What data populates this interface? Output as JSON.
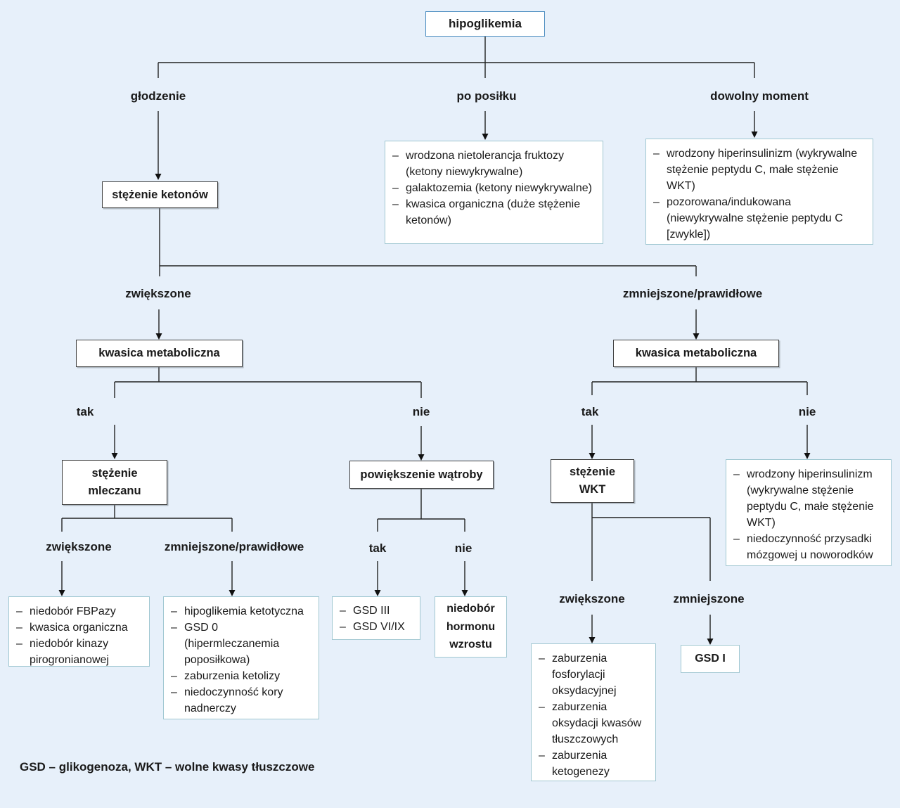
{
  "nodes": {
    "root": "hipoglikemia",
    "stezenie_ketonow": "stężenie ketonów",
    "kwasica_metaboliczna_left": "kwasica metaboliczna",
    "kwasica_metaboliczna_right": "kwasica metaboliczna",
    "stezenie_mleczanu": "stężenie mleczanu",
    "powiekszenie_watroby": "powiększenie wątroby",
    "stezenie_wkt": "stężenie WKT"
  },
  "branch_labels": {
    "glodzenie": "głodzenie",
    "po_posilku": "po posiłku",
    "dowolny_moment": "dowolny moment",
    "ketony_zwiekszone": "zwiększone",
    "ketony_zmniejszone": "zmniejszone/prawidłowe",
    "kwasica_left_tak": "tak",
    "kwasica_left_nie": "nie",
    "kwasica_right_tak": "tak",
    "kwasica_right_nie": "nie",
    "mleczan_zwiekszone": "zwiększone",
    "mleczan_zmniejszone": "zmniejszone/prawidłowe",
    "watroba_tak": "tak",
    "watroba_nie": "nie",
    "wkt_zwiekszone": "zwiększone",
    "wkt_zmniejszone": "zmniejszone"
  },
  "outcomes": {
    "po_posilku": [
      "wrodzona nietolerancja fruktozy (ketony niewykrywalne)",
      "galaktozemia (ketony niewykrywalne)",
      "kwasica organiczna (duże stężenie ketonów)"
    ],
    "dowolny_moment": [
      "wrodzony hiperinsulinizm (wykrywalne stężenie peptydu C, małe stężenie WKT)",
      "pozorowana/indukowana (niewykrywalne stężenie peptydu C [zwykle])"
    ],
    "mleczan_zwiekszone": [
      "niedobór FBPazy",
      "kwasica organiczna",
      "niedobór kinazy pirogronianowej"
    ],
    "mleczan_zmniejszone": [
      "hipoglikemia ketotyczna",
      "GSD 0 (hipermleczanemia poposiłkowa)",
      "zaburzenia ketolizy",
      "niedoczynność kory nadnerczy"
    ],
    "watroba_tak": [
      "GSD III",
      "GSD VI/IX"
    ],
    "watroba_nie": "niedobór hormonu wzrostu",
    "kwasica_right_nie": [
      "wrodzony hiperinsulinizm (wykrywalne stężenie peptydu C, małe stężenie WKT)",
      "niedoczynność przysadki mózgowej u noworodków"
    ],
    "wkt_zwiekszone": [
      "zaburzenia fosforylacji oksydacyjnej",
      "zaburzenia oksydacji kwasów tłuszczowych",
      "zaburzenia ketogenezy"
    ],
    "wkt_zmniejszone": "GSD I"
  },
  "legend": "GSD – glikogenoza, WKT – wolne kwasy tłuszczowe",
  "colors": {
    "background": "#e7f0fa",
    "box_fill": "#ffffff",
    "root_border": "#4c8dc0",
    "decision_border": "#404040",
    "outcome_border": "#a0c7d1",
    "line": "#222222"
  }
}
